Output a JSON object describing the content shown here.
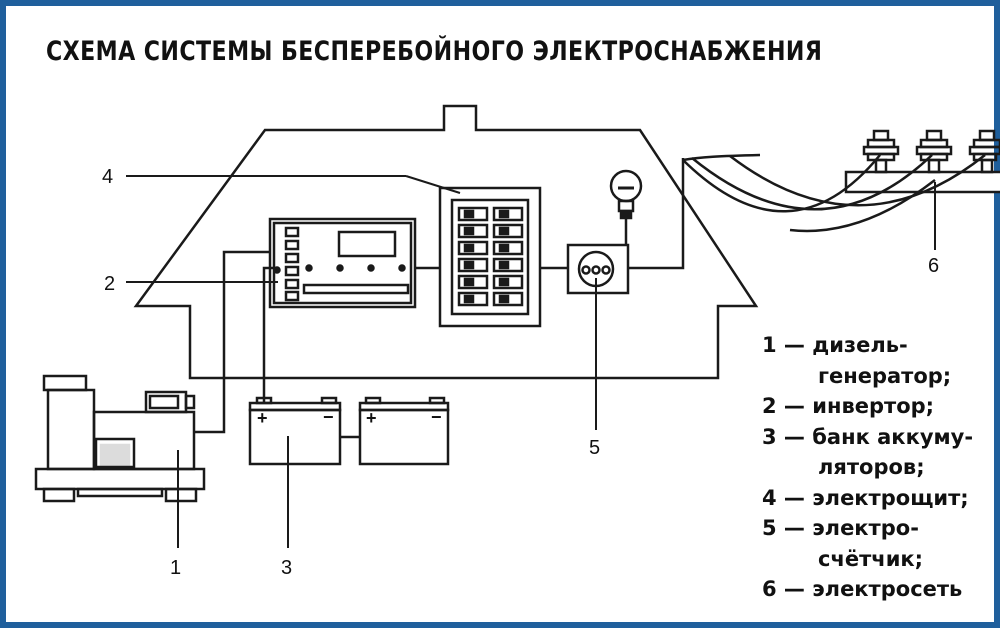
{
  "title": "СХЕМА СИСТЕМЫ БЕСПЕРЕБОЙНОГО ЭЛЕКТРОСНАБЖЕНИЯ",
  "callouts": {
    "c1": "1",
    "c2": "2",
    "c3": "3",
    "c4": "4",
    "c5": "5",
    "c6": "6"
  },
  "battery_signs": {
    "plus": "+",
    "minus": "−"
  },
  "legend": [
    "1 — дизель-",
    "генератор;",
    "2 — инвертор;",
    "3 — банк аккуму-",
    "ляторов;",
    "4 — электрощит;",
    "5 — электро-",
    "счётчик;",
    "6 — электросеть"
  ],
  "colors": {
    "frame": "#1f5f9c",
    "lines": "#1a1a1a"
  }
}
